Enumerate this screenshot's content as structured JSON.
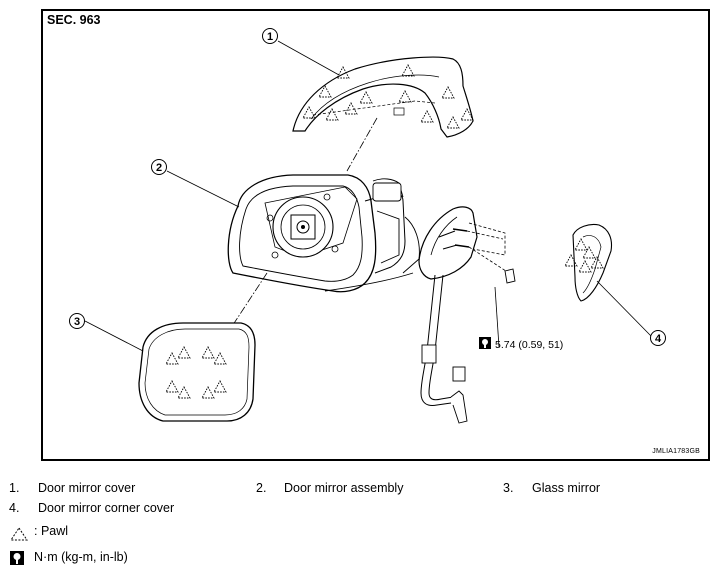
{
  "section_label": "SEC. 963",
  "figure_id": "JMLIA1783GB",
  "callouts": [
    "1",
    "2",
    "3",
    "4"
  ],
  "torque": "5.74 (0.59, 51)",
  "legend": {
    "items": [
      {
        "num": "1.",
        "label": "Door mirror cover"
      },
      {
        "num": "2.",
        "label": "Door mirror assembly"
      },
      {
        "num": "3.",
        "label": "Glass mirror"
      },
      {
        "num": "4.",
        "label": "Door mirror corner cover"
      }
    ],
    "pawl_label": ": Pawl",
    "torque_unit_label": "N·m (kg-m, in-lb)"
  },
  "icons": {
    "pawl": "dashed-triangle-pawl-icon",
    "torque": "wrench-torque-icon"
  }
}
